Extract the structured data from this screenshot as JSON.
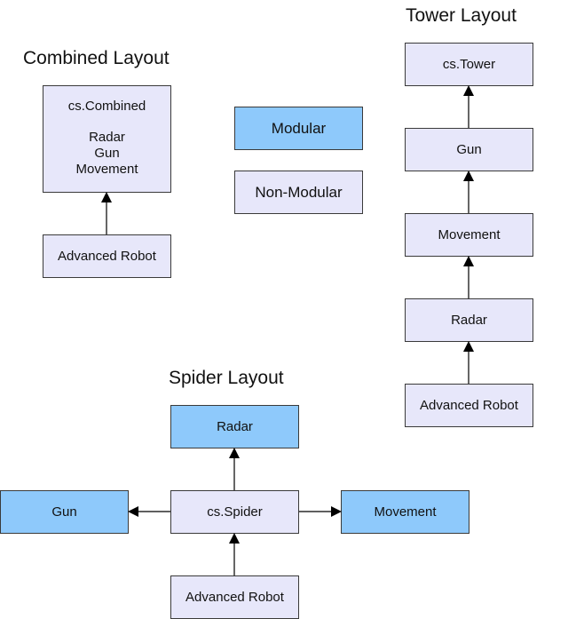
{
  "headings": {
    "combined": "Combined Layout",
    "tower": "Tower Layout",
    "spider": "Spider Layout"
  },
  "legend": {
    "modular": "Modular",
    "non_modular": "Non-Modular"
  },
  "combined": {
    "top_title": "cs.Combined",
    "top_lines": [
      "Radar",
      "Gun",
      "Movement"
    ],
    "base": "Advanced Robot"
  },
  "tower": {
    "nodes": [
      "cs.Tower",
      "Gun",
      "Movement",
      "Radar",
      "Advanced Robot"
    ]
  },
  "spider": {
    "center": "cs.Spider",
    "top": "Radar",
    "left": "Gun",
    "right": "Movement",
    "bottom": "Advanced Robot"
  },
  "colors": {
    "modular": "#8ec9fb",
    "non_modular": "#e7e7fa",
    "border": "#3a3a3a",
    "arrow": "#000000"
  }
}
